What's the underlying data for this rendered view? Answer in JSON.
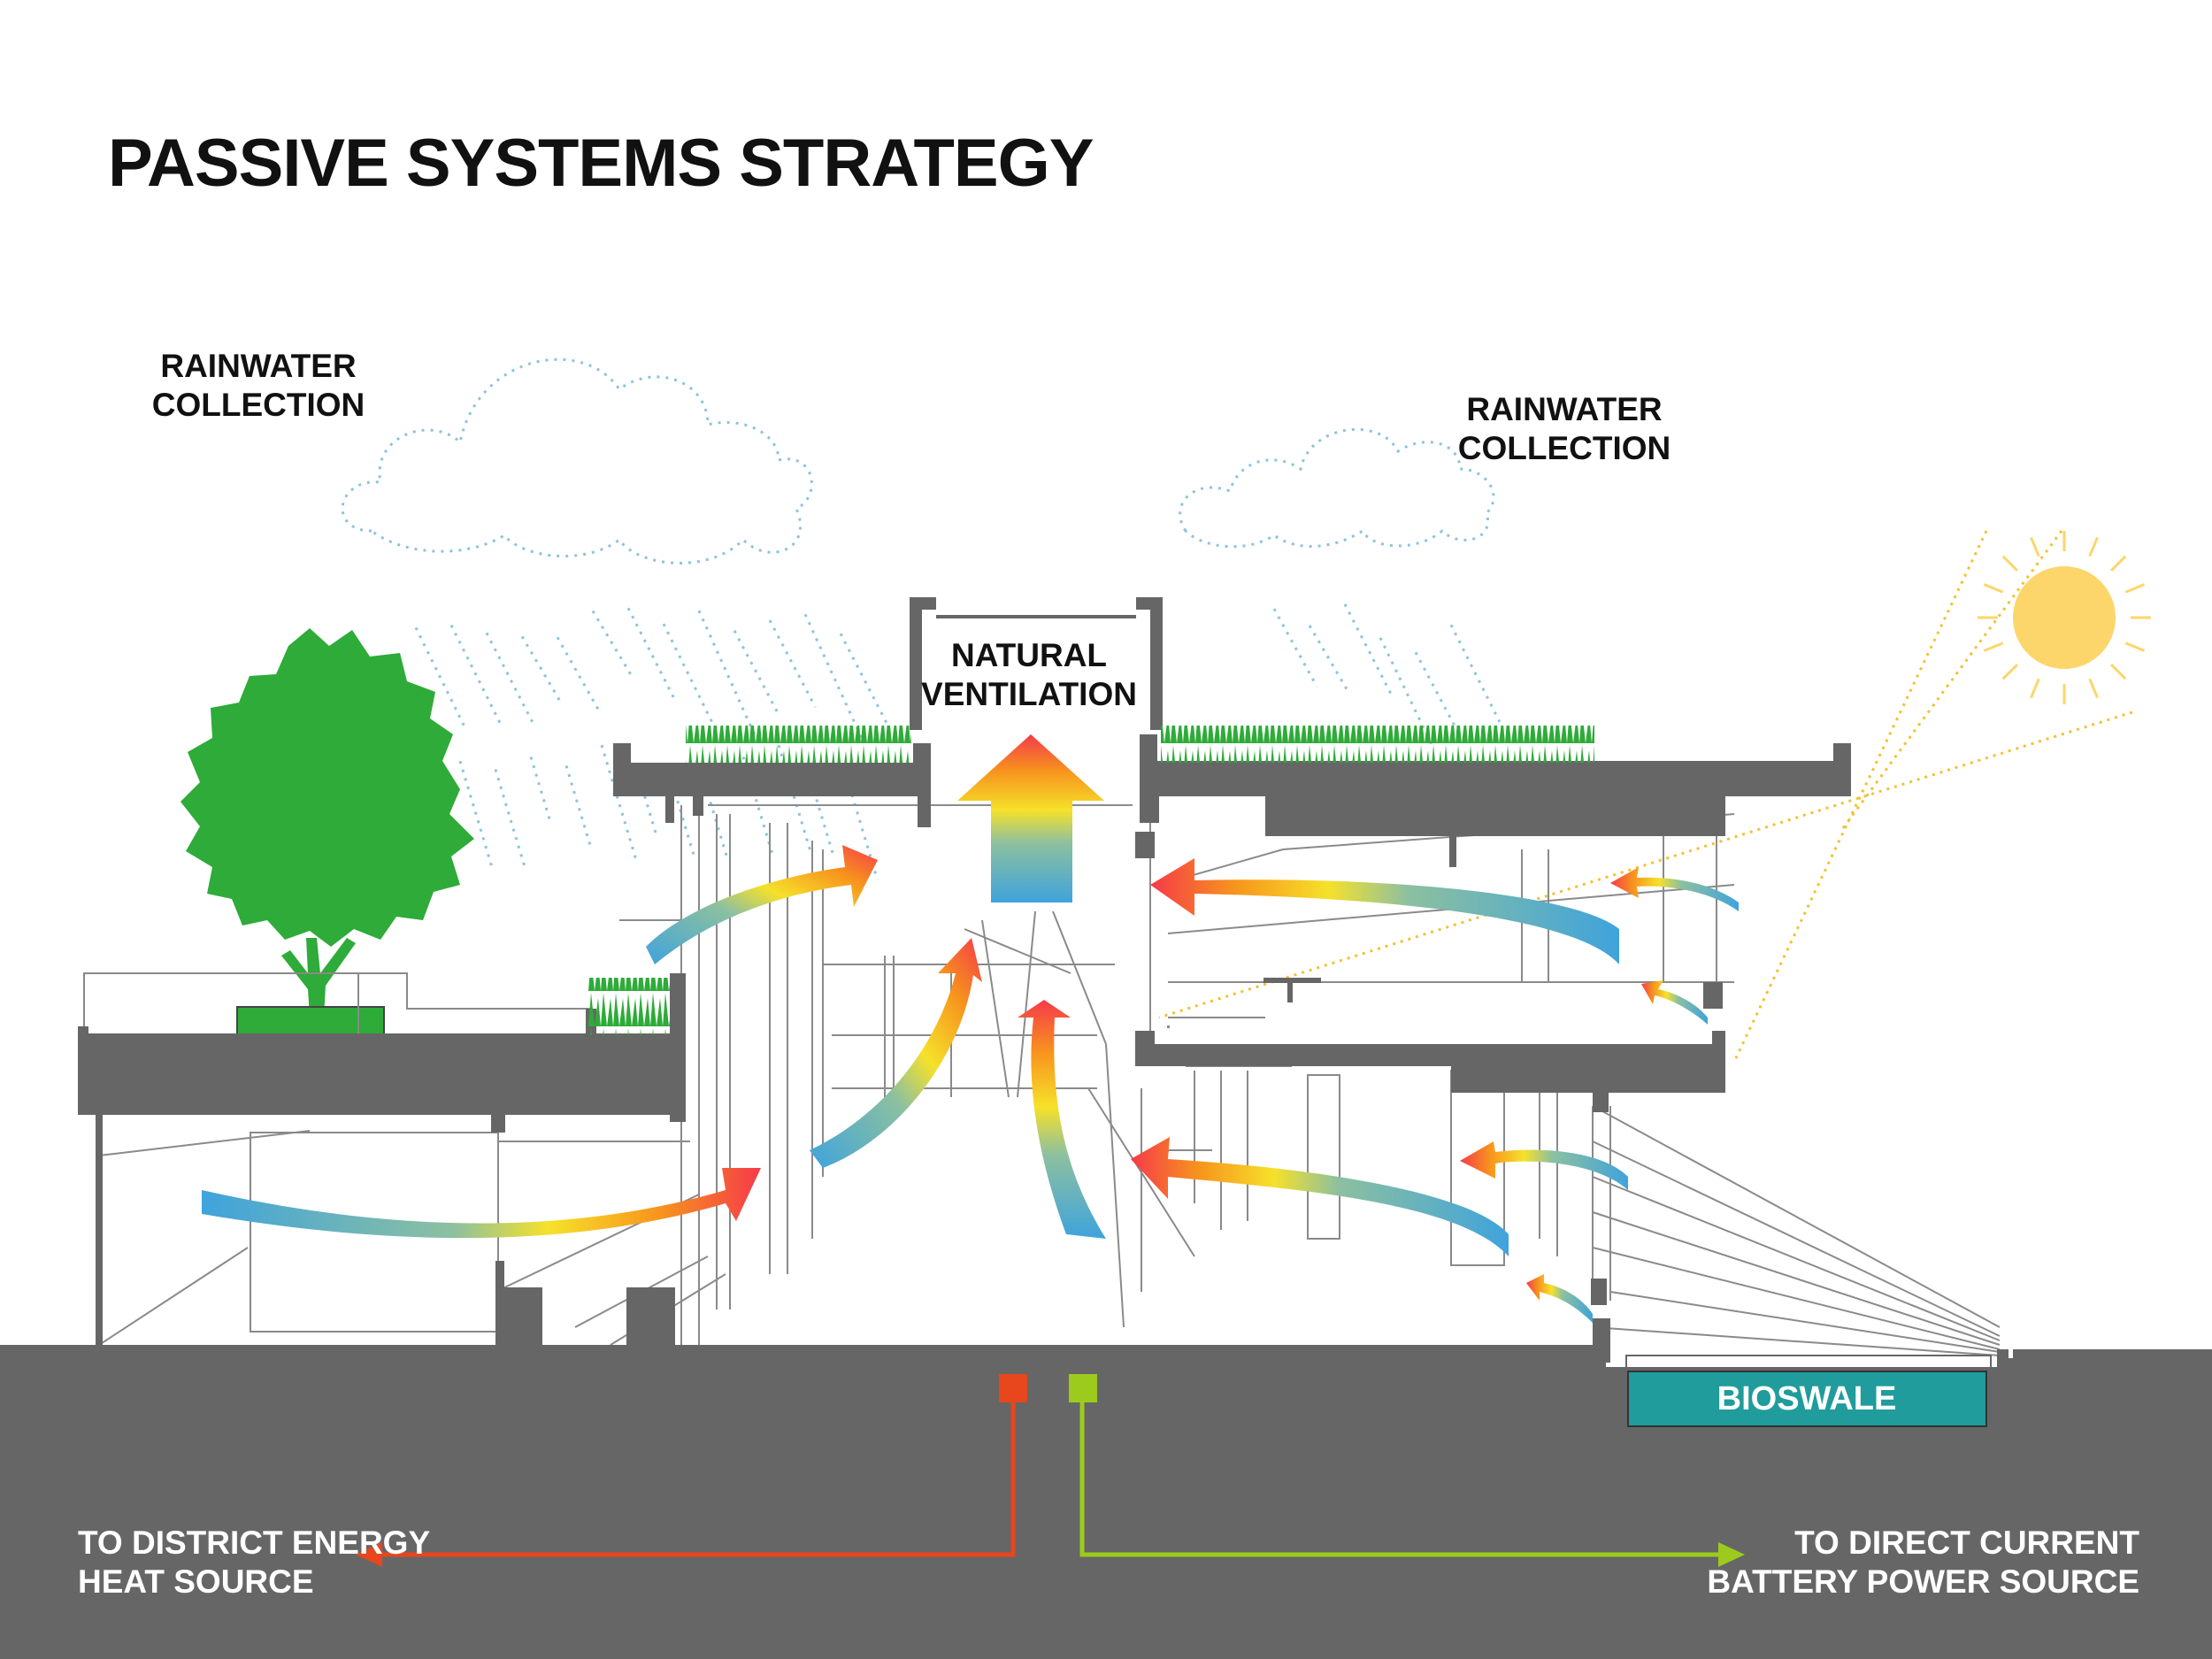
{
  "title": "PASSIVE SYSTEMS STRATEGY",
  "labels": {
    "rain_left": [
      "RAINWATER",
      "COLLECTION"
    ],
    "rain_right": [
      "RAINWATER",
      "COLLECTION"
    ],
    "ventilation": [
      "NATURAL",
      "VENTILATION"
    ],
    "bioswale": "BIOSWALE",
    "heat": [
      "TO DISTRICT  ENERGY",
      "HEAT SOURCE"
    ],
    "battery": [
      "TO DIRECT CURRENT",
      "BATTERY POWER SOURCE"
    ]
  },
  "colors": {
    "ground": "#666666",
    "grass": "#2eab38",
    "tree": "#2eab38",
    "sun": "#fcd66a",
    "heat_line": "#e8461d",
    "battery_line": "#9ccb1e",
    "bioswale": "#1f9c9b",
    "rain": "#8dc3dc",
    "arrow_cool": "#3fa3dc",
    "arrow_mid": "#f6e12a",
    "arrow_warm": "#f53a4a"
  },
  "icons": [
    "cloud-icon",
    "tree-icon",
    "sun-icon",
    "rain-icon",
    "airflow-arrow-icon"
  ]
}
